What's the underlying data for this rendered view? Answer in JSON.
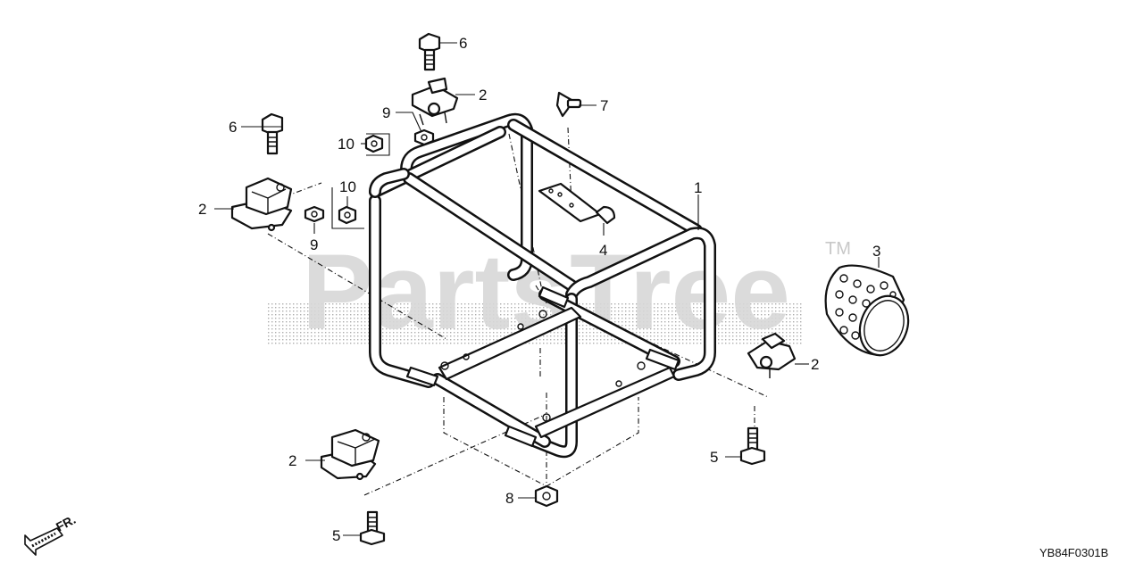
{
  "diagram": {
    "callouts": {
      "frame": "1",
      "mount_rubber": "2",
      "muffler_protector": "3",
      "bracket": "4",
      "bolt_lower": "5",
      "bolt_upper": "6",
      "fuel_strainer": "7",
      "nut_flange_large": "8",
      "nut_flange": "9",
      "nut_hex": "10"
    },
    "front_indicator": "FR.",
    "drawing_code": "YB84F0301B",
    "watermark": "PartsTree",
    "watermark_mark": "TM"
  }
}
